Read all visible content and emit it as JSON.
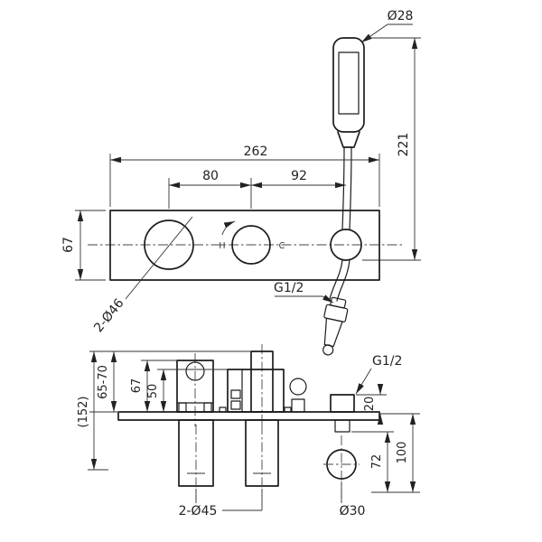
{
  "drawing": {
    "type": "installation dimension drawing",
    "views": [
      "front view with hand shower",
      "section / rough-in view"
    ],
    "units": "mm"
  },
  "labels": {
    "handset_diameter": "Ø28",
    "handset_height": "221",
    "trim_width": "262",
    "spacing_left": "80",
    "spacing_right": "92",
    "trim_height": "67",
    "handle_diameter": "2-Ø46",
    "hot": "H",
    "cold": "C",
    "thread_front": "G1/2",
    "depth_range": "65-70",
    "overall_depth": "(152)",
    "body_depth": "67",
    "cartridge_depth": "50",
    "thread_side": "G1/2",
    "outlet_projection": "20",
    "drop_100": "100",
    "drop_72": "72",
    "hole_diameter_pair": "2-Ø45",
    "outlet_hole_diameter": "Ø30"
  },
  "colors": {
    "line": "#1c1c1c",
    "dim": "#333333",
    "background": "#ffffff"
  }
}
